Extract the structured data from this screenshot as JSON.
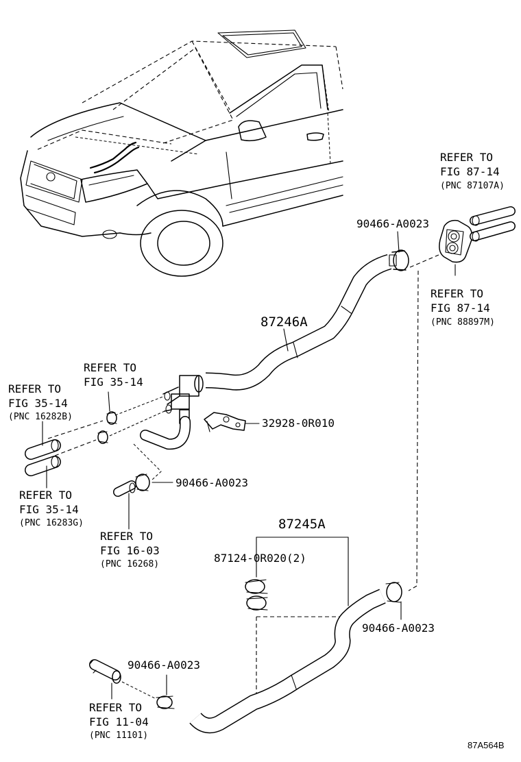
{
  "diagram_id": "87A564B",
  "parts": {
    "hose_upper": "87246A",
    "hose_lower": "87245A",
    "bracket": "32928-0R010",
    "clamp_set": "87124-0R020(2)",
    "clamp_top": "90466-A0023",
    "clamp_mid": "90466-A0023",
    "clamp_right": "90466-A0023",
    "clamp_bottom": "90466-A0023"
  },
  "refs": {
    "ref_87107A": {
      "l1": "REFER TO",
      "l2": "FIG 87-14",
      "l3": "(PNC 87107A)"
    },
    "ref_88897M": {
      "l1": "REFER TO",
      "l2": "FIG 87-14",
      "l3": "(PNC 88897M)"
    },
    "ref_35_top": {
      "l1": "REFER TO",
      "l2": "FIG 35-14"
    },
    "ref_16282B": {
      "l1": "REFER TO",
      "l2": "FIG 35-14",
      "l3": "(PNC 16282B)"
    },
    "ref_16283G": {
      "l1": "REFER TO",
      "l2": "FIG 35-14",
      "l3": "(PNC 16283G)"
    },
    "ref_16268": {
      "l1": "REFER TO",
      "l2": "FIG 16-03",
      "l3": "(PNC 16268)"
    },
    "ref_11101": {
      "l1": "REFER TO",
      "l2": "FIG 11-04",
      "l3": "(PNC 11101)"
    }
  },
  "icons": [
    "vehicle-outline-icon",
    "hose-icon",
    "hose-clamp-icon",
    "grommet-icon",
    "bracket-icon",
    "water-valve-icon"
  ]
}
